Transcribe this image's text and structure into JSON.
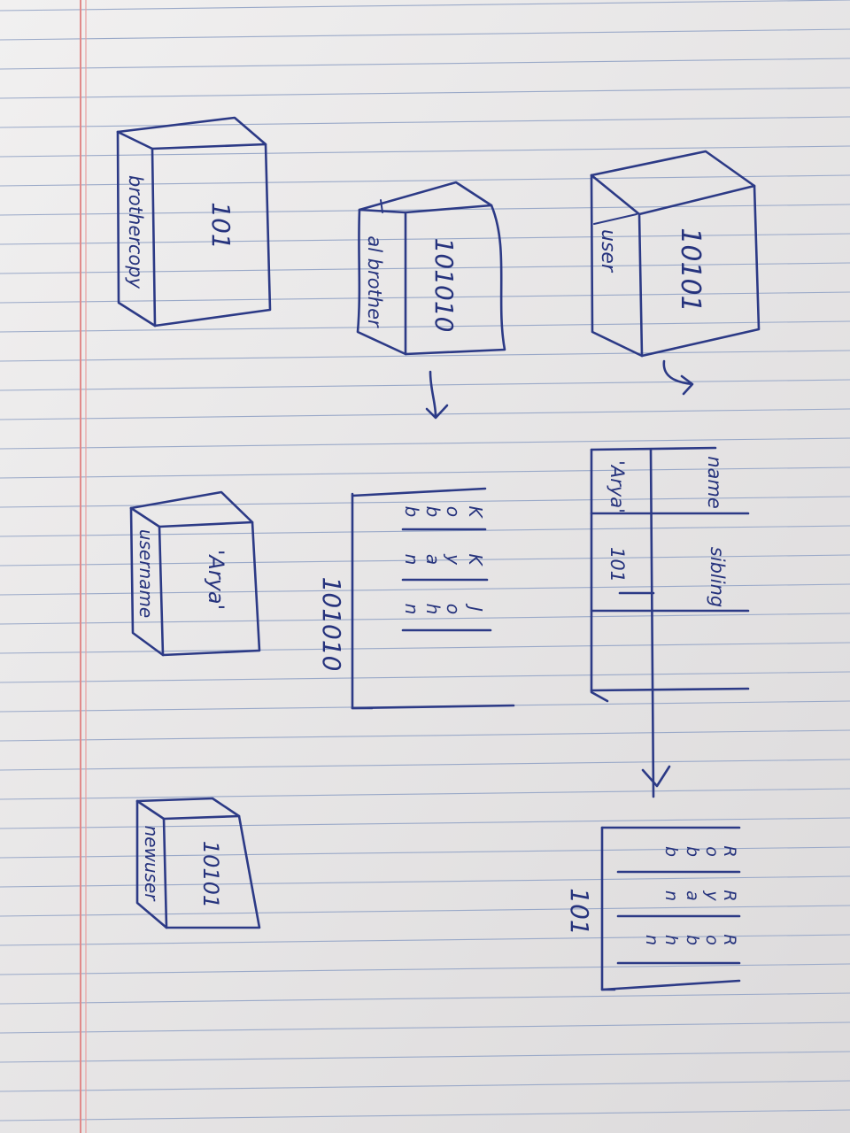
{
  "boxes": {
    "user": {
      "value": "10101",
      "label": "user"
    },
    "al_brother": {
      "value": "101010",
      "label": "al brother"
    },
    "brother_copy": {
      "value": "101",
      "label": "brothercopy"
    },
    "username": {
      "value": "'Arya'",
      "label": "username"
    },
    "newuser": {
      "value": "10101",
      "label": "newuser"
    }
  },
  "object_table": {
    "headers": [
      "name",
      "sibling"
    ],
    "values": [
      "'Arya'",
      "101"
    ]
  },
  "list_101010": {
    "address": "101010",
    "columns": [
      [
        "K",
        "o",
        "b",
        "b"
      ],
      [
        "K",
        "y",
        "a",
        "n"
      ],
      [
        "J",
        "o",
        "h",
        "n"
      ]
    ]
  },
  "list_101": {
    "address": "101",
    "columns": [
      [
        "R",
        "o",
        "b",
        "b"
      ],
      [
        "R",
        "y",
        "a",
        "n"
      ],
      [
        "R",
        "o",
        "b",
        "h",
        "n"
      ]
    ]
  },
  "colors": {
    "ink": "#2c3a86",
    "rule_line": "#9aa9c8",
    "margin_line": "#e08a8a",
    "paper": "#e7e5e6"
  }
}
